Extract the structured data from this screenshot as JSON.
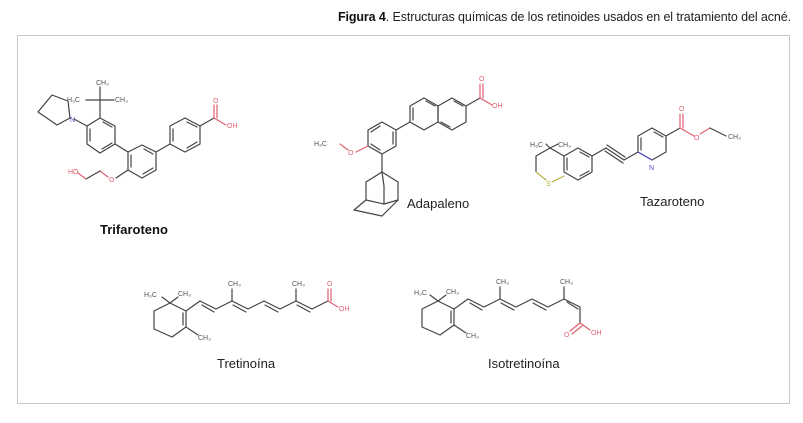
{
  "caption": {
    "figure_label": "Figura 4",
    "text": ". Estructuras químicas de los retinoides usados en el tratamiento del acné."
  },
  "molecules": [
    {
      "name": "Trifaroteno",
      "bold": true,
      "atoms": [
        "CH3",
        "H3C",
        "CH3",
        "N",
        "HO",
        "O",
        "O",
        "OH"
      ]
    },
    {
      "name": "Adapaleno",
      "bold": false,
      "atoms": [
        "H3C",
        "O",
        "O",
        "OH"
      ]
    },
    {
      "name": "Tazaroteno",
      "bold": false,
      "atoms": [
        "H3C",
        "CH3",
        "S",
        "N",
        "O",
        "O",
        "CH3"
      ]
    },
    {
      "name": "Tretinoína",
      "bold": false,
      "atoms": [
        "H3C",
        "CH3",
        "CH3",
        "CH3",
        "CH3",
        "O",
        "OH"
      ]
    },
    {
      "name": "Isotretinoína",
      "bold": false,
      "atoms": [
        "H3C",
        "CH3",
        "CH3",
        "CH3",
        "CH3",
        "O",
        "OH"
      ]
    }
  ],
  "colors": {
    "bond": "#444444",
    "oxygen": "#e06070",
    "nitrogen": "#5050d0",
    "sulfur": "#b8b040",
    "frame": "#c8c8c8"
  }
}
